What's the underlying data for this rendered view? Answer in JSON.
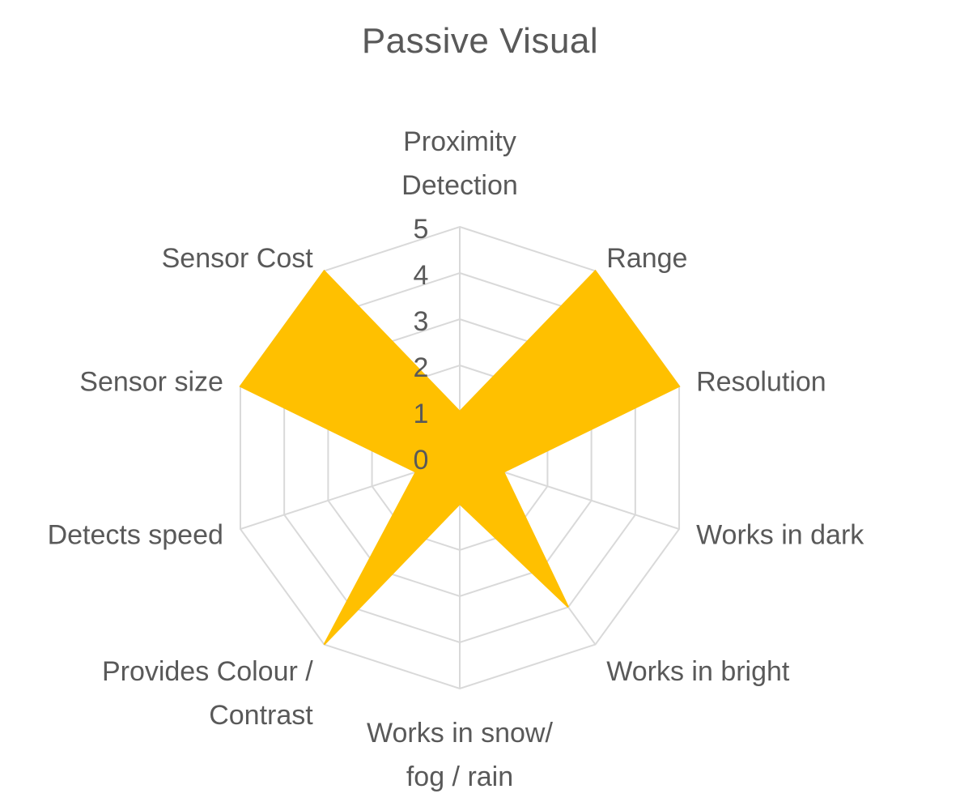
{
  "chart_data": {
    "type": "radar",
    "title": "Passive Visual",
    "categories": [
      [
        "Proximity",
        "Detection"
      ],
      [
        "Range"
      ],
      [
        "Resolution"
      ],
      [
        "Works in dark"
      ],
      [
        "Works in bright"
      ],
      [
        "Works in snow/",
        "fog / rain"
      ],
      [
        "Provides Colour /",
        "Contrast"
      ],
      [
        "Detects speed"
      ],
      [
        "Sensor size"
      ],
      [
        "Sensor Cost"
      ]
    ],
    "series": [
      {
        "values": [
          1,
          5,
          5,
          1,
          4,
          1,
          5,
          1,
          5,
          5
        ],
        "color": "#FFC000"
      }
    ],
    "rlim": [
      0,
      5
    ],
    "r_ticks": [
      "0",
      "1",
      "2",
      "3",
      "4",
      "5"
    ],
    "grid": true,
    "grid_color": "#D9D9D9",
    "legend": "none"
  }
}
